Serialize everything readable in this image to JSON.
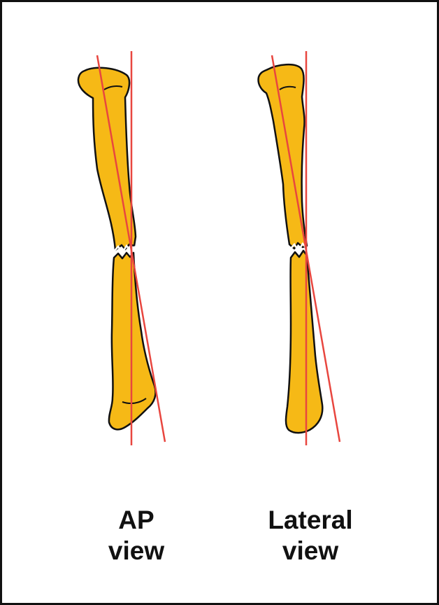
{
  "colors": {
    "bone_fill": "#F6B916",
    "bone_outline": "#111111",
    "axis_line": "#E8463F",
    "frame": "#111111",
    "background": "#FFFFFF"
  },
  "labels": {
    "ap": {
      "line1": "AP",
      "line2": "view"
    },
    "lateral": {
      "line1": "Lateral",
      "line2": "view"
    }
  }
}
